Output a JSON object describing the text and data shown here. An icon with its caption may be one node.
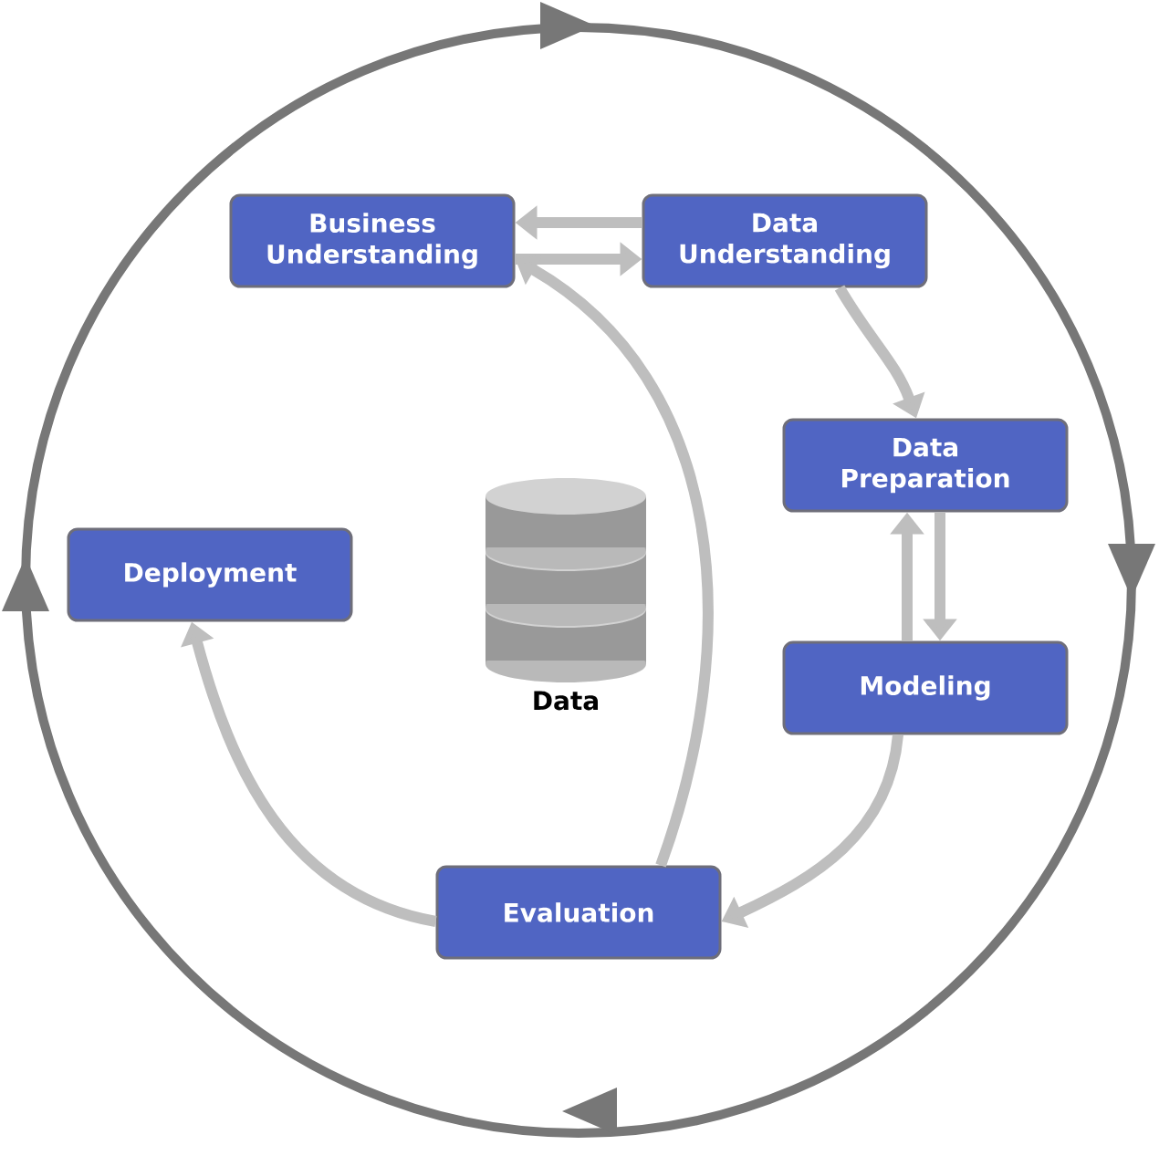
{
  "diagram": {
    "nodes": [
      {
        "text": [
          "Business Understanding"
        ]
      },
      {
        "text": [
          "Data Understanding"
        ]
      },
      {
        "text": [
          "Data Preparation"
        ]
      },
      {
        "text": [
          "Modeling"
        ]
      },
      {
        "text": [
          "Evaluation"
        ]
      },
      {
        "text": [
          "Deployment"
        ]
      },
      {
        "text": [
          "Data"
        ]
      }
    ],
    "edges": [
      {
        "from": 0,
        "to": 1,
        "arrow": "to"
      },
      {
        "from": 1,
        "to": 0,
        "arrow": "to"
      },
      {
        "from": 1,
        "to": 2,
        "arrow": "to"
      },
      {
        "from": 2,
        "to": 3,
        "arrow": "to"
      },
      {
        "from": 3,
        "to": 2,
        "arrow": "to"
      },
      {
        "from": 3,
        "to": 4,
        "arrow": "to"
      },
      {
        "from": 4,
        "to": 0,
        "arrow": "to"
      },
      {
        "from": 4,
        "to": 5,
        "arrow": "to"
      }
    ]
  }
}
